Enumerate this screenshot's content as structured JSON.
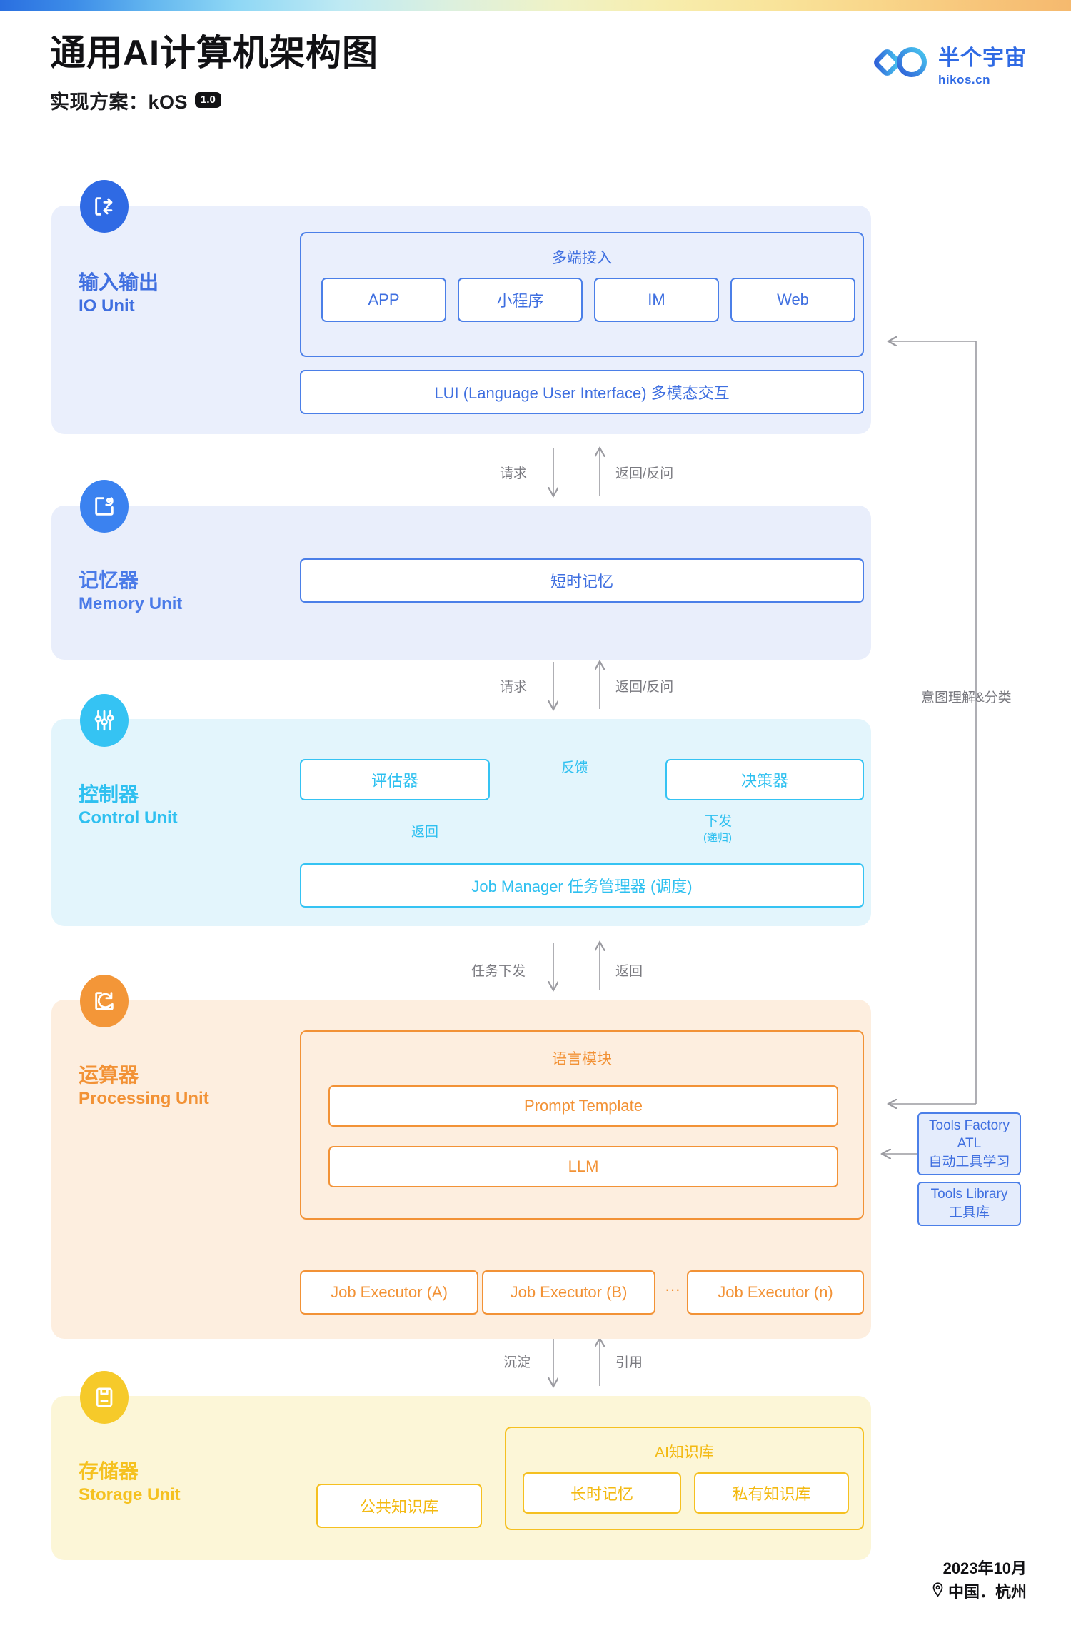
{
  "header": {
    "title": "通用AI计算机架构图",
    "subtitle_prefix": "实现方案：kOS",
    "version_badge": "1.0"
  },
  "brand": {
    "name_cn": "半个宇宙",
    "url": "hikos.cn",
    "logo_icon": "infinity-logo-icon",
    "color": "#2f6ae4"
  },
  "units": {
    "io": {
      "name_cn": "输入输出",
      "name_en": "IO Unit",
      "icon": "io-exchange-icon",
      "accent": "#2f6ae4",
      "group_title": "多端接入",
      "channels": [
        "APP",
        "小程序",
        "IM",
        "Web"
      ],
      "lui": "LUI (Language User Interface) 多模态交互"
    },
    "memory": {
      "name_cn": "记忆器",
      "name_en": "Memory Unit",
      "icon": "memory-pen-icon",
      "accent": "#3b82f0",
      "box": "短时记忆"
    },
    "control": {
      "name_cn": "控制器",
      "name_en": "Control Unit",
      "icon": "sliders-icon",
      "accent": "#35c3f3",
      "evaluator": "评估器",
      "decider": "决策器",
      "feedback_label": "反馈",
      "return_label": "返回",
      "dispatch_label": "下发",
      "dispatch_sub": "(递归)",
      "job_manager": "Job Manager 任务管理器 (调度)"
    },
    "processing": {
      "name_cn": "运算器",
      "name_en": "Processing Unit",
      "icon": "processing-refresh-icon",
      "accent": "#f29236",
      "group_title": "语言模块",
      "prompt_template": "Prompt Template",
      "llm": "LLM",
      "executors": [
        "Job Executor (A)",
        "Job Executor (B)",
        "Job Executor (n)"
      ],
      "executors_ellipsis": "···"
    },
    "storage": {
      "name_cn": "存储器",
      "name_en": "Storage Unit",
      "icon": "floppy-disk-icon",
      "accent": "#f5c11f",
      "public_kb": "公共知识库",
      "group_title": "AI知识库",
      "long_memory": "长时记忆",
      "private_kb": "私有知识库"
    }
  },
  "flows": {
    "io_memory_down": "请求",
    "io_memory_up": "返回/反问",
    "memory_control_down": "请求",
    "memory_control_up": "返回/反问",
    "control_proc_down": "任务下发",
    "control_proc_up": "返回",
    "proc_storage_down": "沉淀",
    "proc_storage_up": "引用",
    "intent": "意图理解&分类"
  },
  "tools": {
    "factory_line1": "Tools Factory",
    "factory_line2": "ATL",
    "factory_line3": "自动工具学习",
    "library_line1": "Tools Library",
    "library_line2": "工具库"
  },
  "footer": {
    "date": "2023年10月",
    "location": "中国．杭州",
    "location_icon": "map-pin-icon"
  }
}
